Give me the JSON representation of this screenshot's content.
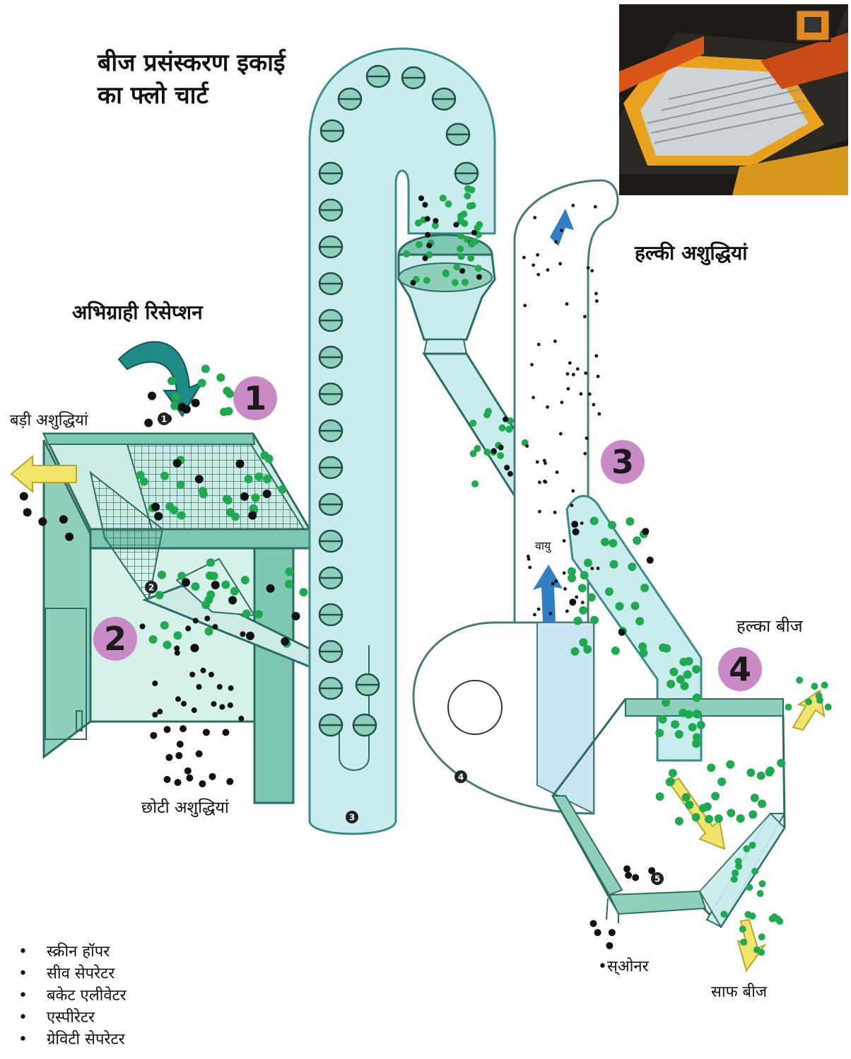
{
  "title": [
    "बीज प्रसंस्करण इकाई",
    "का फ्लो चार्ट"
  ],
  "labels": {
    "reception": "अभिग्राही रिसेप्शन",
    "large_impurities": "बड़ी अशुद्धियां",
    "small_impurities": "छोटी अशुद्धियां",
    "light_impurities": "हल्की अशुद्धियां",
    "air": "वायु",
    "light_seed": "हल्का बीज",
    "clean_seed": "साफ बीज",
    "scalper": "स्ओनर"
  },
  "steps": [
    "1",
    "2",
    "3",
    "4"
  ],
  "small_markers": [
    "1",
    "2",
    "3",
    "4",
    "5"
  ],
  "legend": [
    "स्क्रीन हॉपर",
    "सीव सेपरेटर",
    "बकेट एलीवेटर",
    "एस्पीरेटर",
    "ग्रेविटी सेपरेटर"
  ],
  "colors": {
    "machine_teal": "#7ec7b2",
    "duct_light": "#c9ecec",
    "seed_green": "#1faa4f",
    "impurity_black": "#111111",
    "badge_purple": "#c98ac6",
    "arrow_yellow": "#f1e56b",
    "arrow_blue": "#2f7fc2",
    "arrow_teal": "#1f8a86"
  },
  "icons": [
    "curved-feed-arrow",
    "left-outflow-arrow",
    "air-up-arrow",
    "light-seed-arrow",
    "clean-seed-arrow"
  ]
}
